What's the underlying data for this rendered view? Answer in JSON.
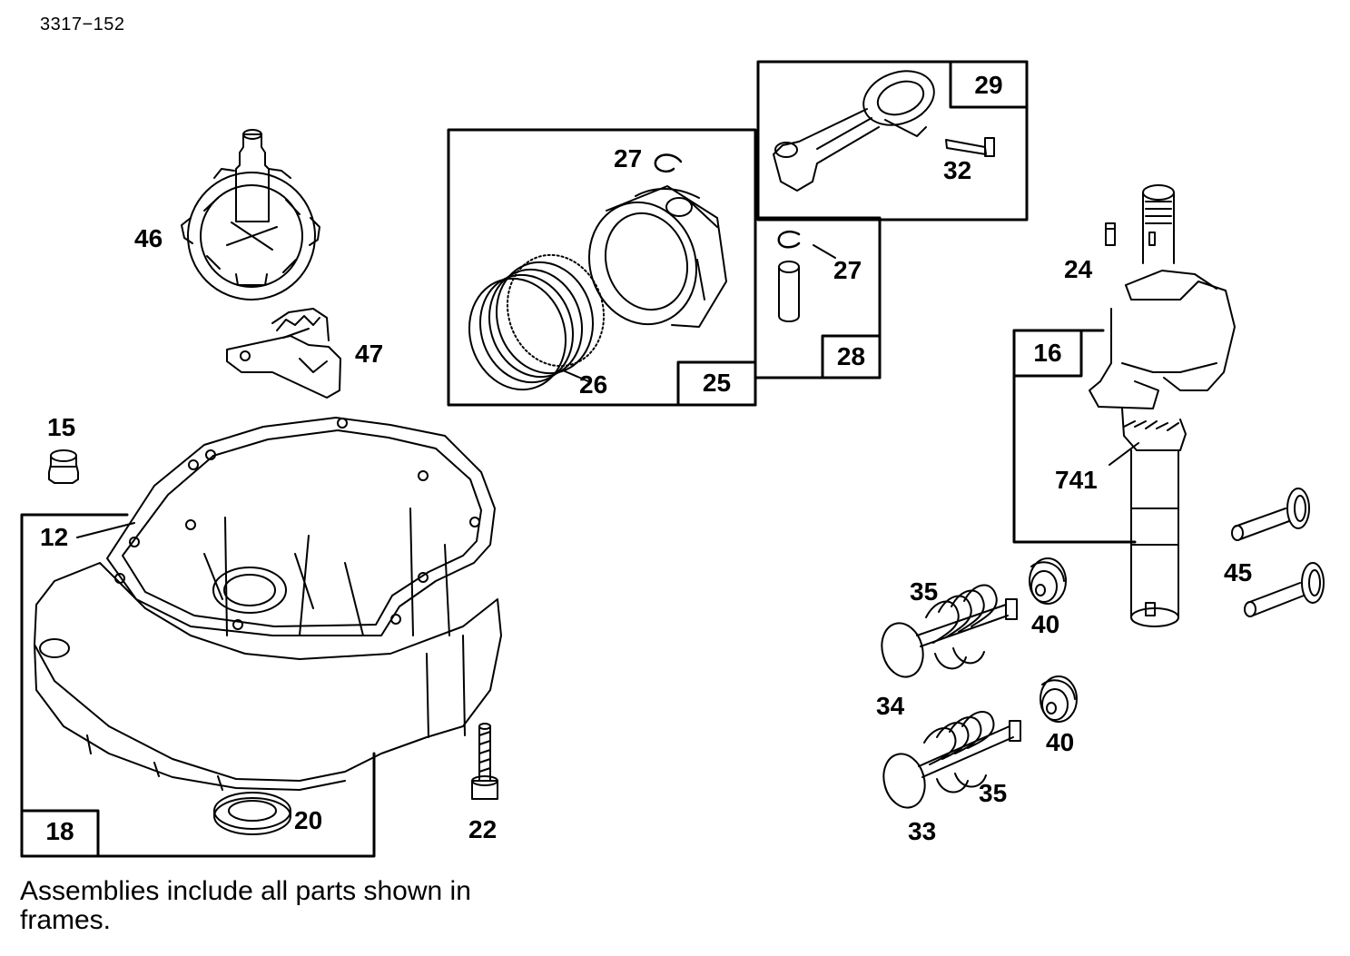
{
  "diagram_id": "3317−152",
  "footnote": "Assemblies include all parts shown in frames.",
  "frames": {
    "f25": "25",
    "f28": "28",
    "f29": "29",
    "f16": "16",
    "f18": "18"
  },
  "parts": {
    "p46": "46",
    "p47": "47",
    "p27a": "27",
    "p26": "26",
    "p27b": "27",
    "p32": "32",
    "p24": "24",
    "p741": "741",
    "p15": "15",
    "p12": "12",
    "p20": "20",
    "p22": "22",
    "p45": "45",
    "p35a": "35",
    "p40a": "40",
    "p34": "34",
    "p40b": "40",
    "p35b": "35",
    "p33": "33"
  }
}
